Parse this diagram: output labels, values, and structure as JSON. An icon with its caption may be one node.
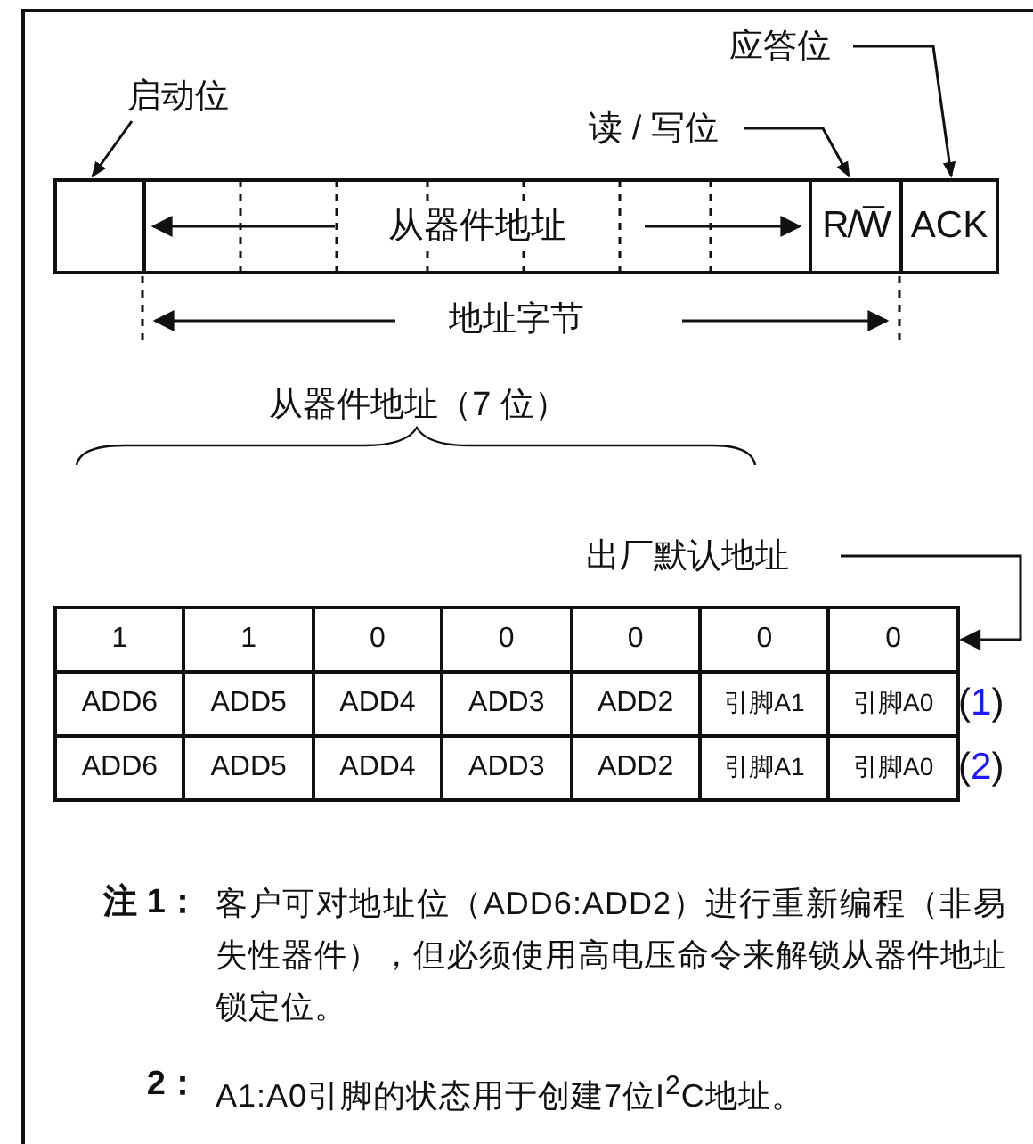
{
  "diagram": {
    "nodes": [
      {
        "text": [
          "应答位"
        ]
      },
      {
        "text": [
          "启动位"
        ]
      },
      {
        "text": [
          "读 / 写位"
        ]
      },
      {
        "text": [],
        "shape": "box"
      },
      {
        "text": [
          "从器件地址"
        ]
      },
      {
        "text": [
          "R/W̅"
        ]
      },
      {
        "text": [
          "ACK"
        ]
      },
      {
        "text": [
          "出厂默认地址"
        ]
      },
      {
        "text": [
          "0"
        ]
      }
    ],
    "edges": [
      {
        "from": 1,
        "to": 3,
        "arrow": "to"
      },
      {
        "from": 2,
        "to": 5,
        "arrow": "to"
      },
      {
        "from": 0,
        "to": 6,
        "arrow": "to"
      },
      {
        "from": 7,
        "to": 8,
        "arrow": "to"
      }
    ],
    "labels": [
      "地址字节",
      "从器件地址（7 位）",
      "1",
      "1",
      "0",
      "0",
      "0",
      "0",
      "ADD6",
      "ADD5",
      "ADD4",
      "ADD3",
      "ADD2",
      "引脚A1",
      "引脚A0",
      "(1)",
      "ADD6",
      "ADD5",
      "ADD4",
      "ADD3",
      "ADD2",
      "引脚A1",
      "引脚A0",
      "(2)",
      "注 1：",
      "客户可对地址位（ADD6:ADD2）进行重新编程（非易失性器件），但必须使用高电压命令来解锁从器件地址锁定位。",
      "2：",
      "A1:A0引脚的状态用于创建7位I$^{2}$C地址。"
    ]
  }
}
